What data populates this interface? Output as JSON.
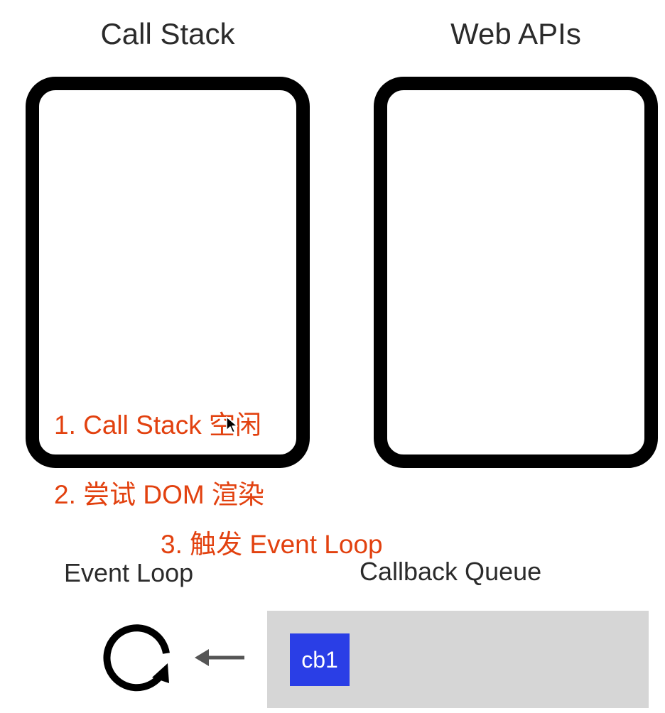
{
  "call_stack": {
    "title": "Call Stack"
  },
  "web_apis": {
    "title": "Web APIs"
  },
  "notes": [
    "1. Call Stack 空闲",
    "2. 尝试 DOM 渲染",
    "3. 触发 Event Loop"
  ],
  "event_loop": {
    "label": "Event Loop",
    "icon": "refresh-loop-icon"
  },
  "callback_queue": {
    "label": "Callback Queue",
    "items": [
      "cb1"
    ],
    "item_color": "#2a3ee6",
    "background": "#d6d6d6"
  },
  "arrow": {
    "icon": "arrow-left-icon"
  },
  "colors": {
    "note": "#e2410f",
    "text": "#2b2b2b",
    "box_border": "#000000"
  }
}
